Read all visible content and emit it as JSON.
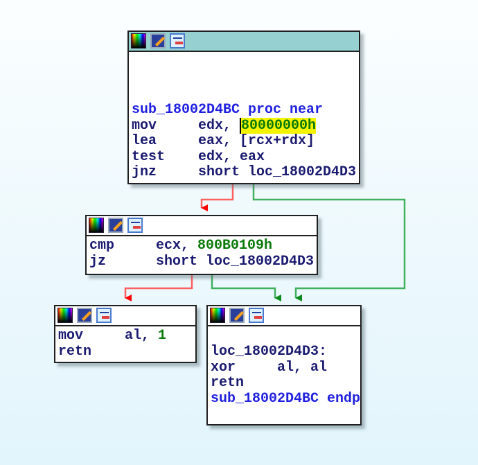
{
  "nodes": {
    "entry": {
      "proc_label": "sub_18002D4BC proc near",
      "lines": [
        {
          "mnemonic": "mov",
          "operand_reg": "edx, ",
          "operand_imm": "80000000h"
        },
        {
          "mnemonic": "lea",
          "operands": "eax, [rcx+rdx]"
        },
        {
          "mnemonic": "test",
          "operands": "edx, eax"
        },
        {
          "mnemonic": "jnz",
          "operands": "short loc_18002D4D3"
        }
      ]
    },
    "cmp_block": {
      "lines": [
        {
          "mnemonic": "cmp",
          "operand_reg": "ecx, ",
          "operand_imm": "800B0109h"
        },
        {
          "mnemonic": "jz",
          "operands": "short loc_18002D4D3"
        }
      ]
    },
    "ret_one": {
      "lines": [
        {
          "mnemonic": "mov",
          "operand_reg": "al, ",
          "operand_imm": "1"
        },
        {
          "mnemonic": "retn"
        }
      ]
    },
    "ret_zero": {
      "label": "loc_18002D4D3:",
      "lines": [
        {
          "mnemonic": "xor",
          "operands": "al, al"
        },
        {
          "mnemonic": "retn"
        }
      ],
      "endp": "sub_18002D4BC endp"
    }
  },
  "colors": {
    "false_edge": "#ff6060",
    "true_edge": "#40b060",
    "active_header": "#96d0d0",
    "highlight": "#f4f400"
  }
}
